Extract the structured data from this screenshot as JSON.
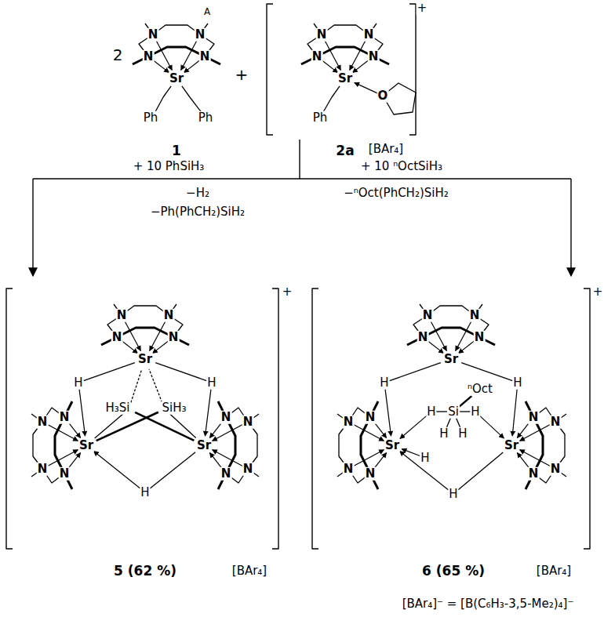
{
  "diagram": {
    "labels": [
      "2",
      "A",
      "N",
      "N",
      "N",
      "N",
      "Sr",
      "Ph",
      "Ph",
      "1",
      "+",
      "N",
      "N",
      "N",
      "N",
      "Sr",
      "O",
      "Ph",
      "2a",
      "+",
      "[BAr₄]",
      "+ 10 PhSiH₃",
      "−H₂",
      "−Ph(PhCH₂)SiH₂",
      "+ 10 ⁿOctSiH₃",
      "−ⁿOct(PhCH₂)SiH₂",
      "+",
      "N",
      "N",
      "N",
      "N",
      "Sr",
      "N",
      "N",
      "N",
      "N",
      "Sr",
      "N",
      "N",
      "N",
      "N",
      "Sr",
      "H",
      "H",
      "H₃Si",
      "SiH₃",
      "H",
      "5 (62 %)",
      "[BAr₄]",
      "+",
      "N",
      "N",
      "N",
      "N",
      "Sr",
      "N",
      "N",
      "N",
      "N",
      "Sr",
      "N",
      "N",
      "N",
      "N",
      "Sr",
      "H",
      "H",
      "ⁿOct",
      "H",
      "Si",
      "H",
      "H",
      "H",
      "H",
      "H",
      "6 (65 %)",
      "[BAr₄]",
      "[BAr₄]⁻ = [B(C₆H₃-3,5-Me₂)₄]⁻"
    ]
  }
}
